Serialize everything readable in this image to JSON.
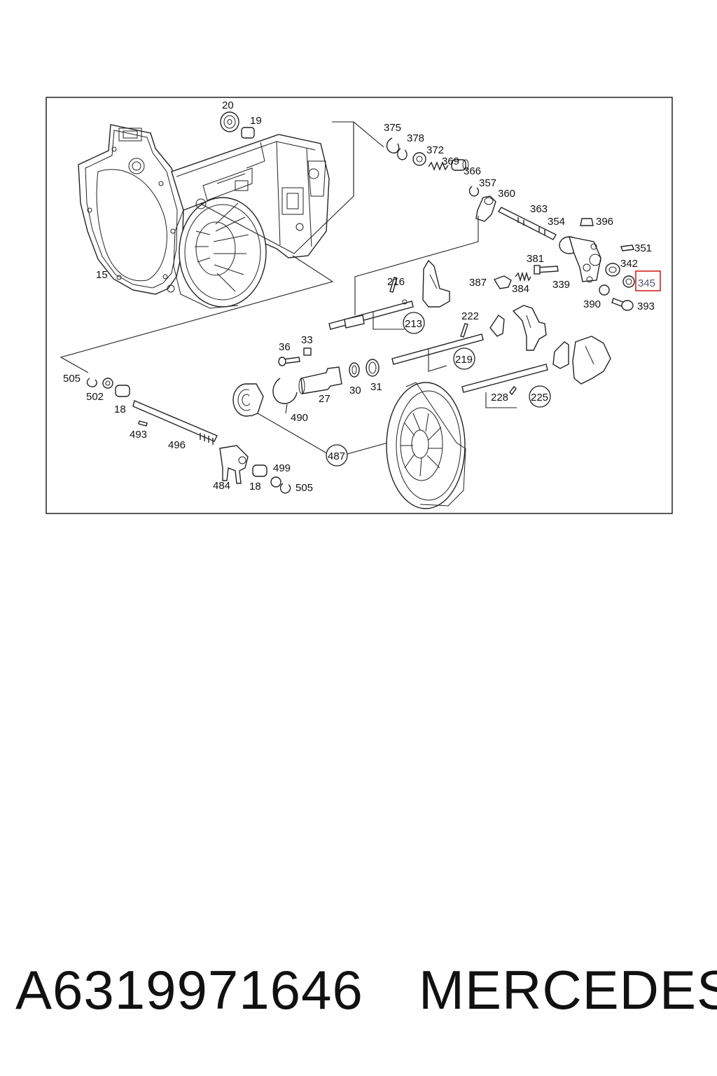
{
  "diagram": {
    "highlight_color": "#d42020",
    "highlighted_part": "345",
    "callouts": {
      "p20": "20",
      "p19": "19",
      "p375": "375",
      "p378": "378",
      "p372": "372",
      "p369": "369",
      "p366": "366",
      "p357": "357",
      "p360": "360",
      "p363": "363",
      "p354": "354",
      "p396": "396",
      "p351": "351",
      "p342": "342",
      "p381": "381",
      "p387": "387",
      "p384": "384",
      "p339": "339",
      "p345": "345",
      "p390": "390",
      "p393": "393",
      "p15": "15",
      "p216": "216",
      "p222": "222",
      "p36": "36",
      "p33": "33",
      "p505a": "505",
      "p502": "502",
      "p18a": "18",
      "p27": "27",
      "p30": "30",
      "p31": "31",
      "p490": "490",
      "p228": "228",
      "p493": "493",
      "p496": "496",
      "p499": "499",
      "p484": "484",
      "p18b": "18",
      "p505b": "505"
    },
    "group_labels": {
      "g213": "213",
      "g219": "219",
      "g225": "225",
      "g487": "487"
    }
  },
  "caption": {
    "part_number": "A6319971646",
    "brand": "MERCEDES"
  }
}
